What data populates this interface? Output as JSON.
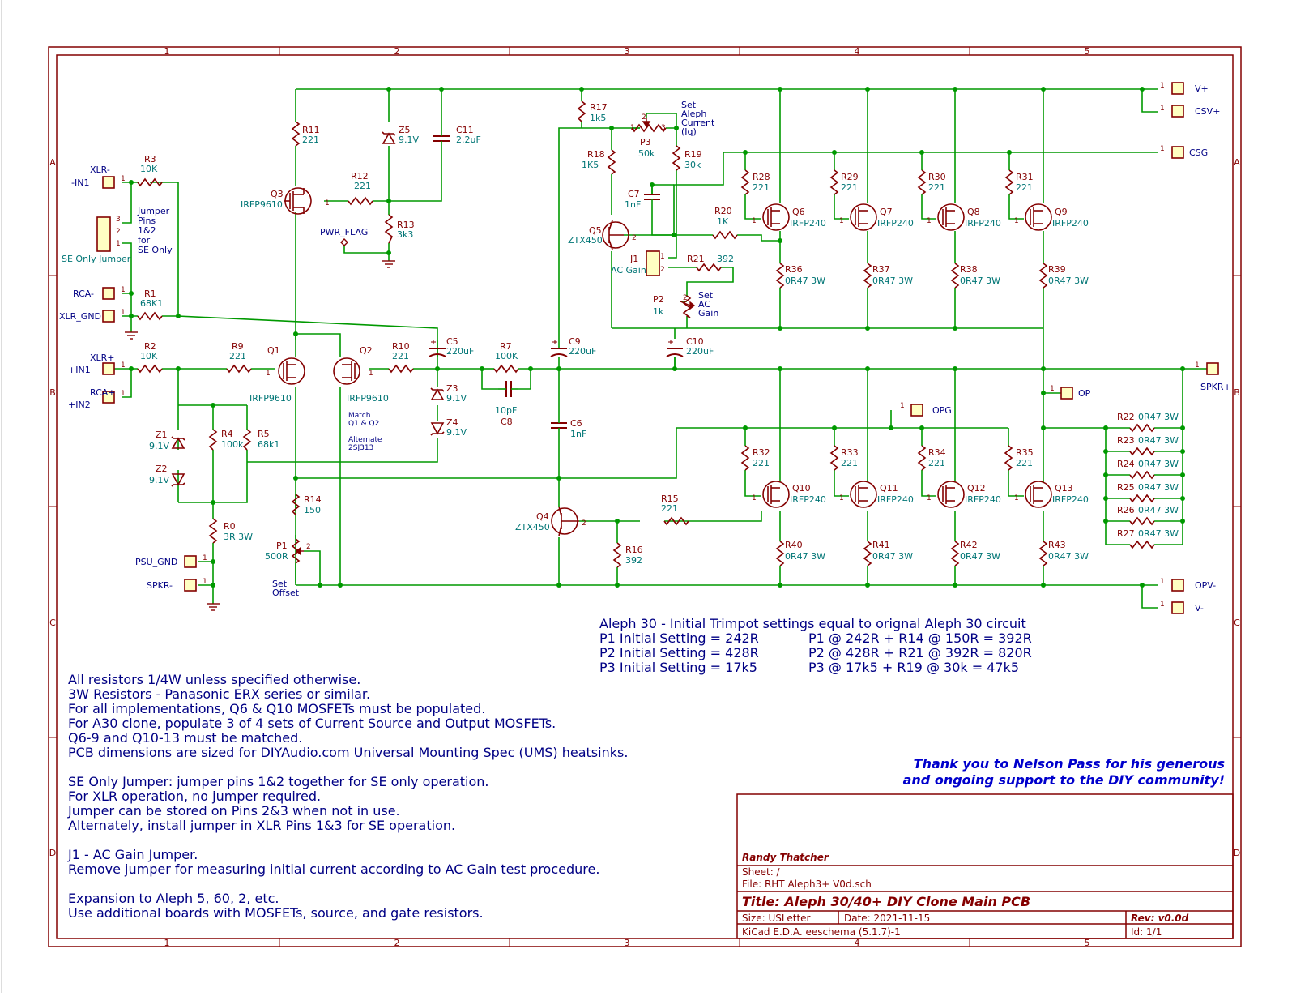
{
  "grid": {
    "columns": [
      "1",
      "2",
      "3",
      "4",
      "5"
    ],
    "rows": [
      "A",
      "B",
      "C",
      "D"
    ]
  },
  "connectors": {
    "vplus": "V+",
    "csvplus": "CSV+",
    "csg": "CSG",
    "spkrplus": "SPKR+",
    "op": "OP",
    "opg": "OPG",
    "opvminus": "OPV-",
    "vminus": "V-",
    "xlr_minus": "XLR-",
    "in1_minus": "-IN1",
    "rca_minus": "RCA-",
    "xlr_gnd": "XLR_GND",
    "xlr_plus": "XLR+",
    "in1_plus": "+IN1",
    "rca_plus": "RCA+",
    "in2_plus": "+IN2",
    "psu_gnd": "PSU_GND",
    "spkr_minus": "SPKR-",
    "pwr_flag": "PWR_FLAG",
    "se_jumper": "SE Only Jumper",
    "j1": "J1",
    "j1_val": "AC Gain"
  },
  "labels": {
    "jumper_note": [
      "Jumper",
      "Pins",
      "1&2",
      "for",
      "SE Only"
    ],
    "set_aleph": [
      "Set",
      "Aleph",
      "Current",
      "(Iq)"
    ],
    "set_ac": [
      "Set",
      "AC",
      "Gain"
    ],
    "set_offset": [
      "Set",
      "Offset"
    ],
    "match": [
      "Match",
      "Q1 & Q2"
    ],
    "alternate": [
      "Alternate",
      "2SJ313"
    ]
  },
  "components": {
    "R1": [
      "R1",
      "68K1"
    ],
    "R2": [
      "R2",
      "10K"
    ],
    "R3": [
      "R3",
      "10K"
    ],
    "R4": [
      "R4",
      "100k"
    ],
    "R5": [
      "R5",
      "68k1"
    ],
    "R0": [
      "R0",
      "3R 3W"
    ],
    "R9": [
      "R9",
      "221"
    ],
    "R10": [
      "R10",
      "221"
    ],
    "R7": [
      "R7",
      "100K"
    ],
    "R11": [
      "R11",
      "221"
    ],
    "R12": [
      "R12",
      "221"
    ],
    "R13": [
      "R13",
      "3k3"
    ],
    "R14": [
      "R14",
      "150"
    ],
    "R15": [
      "R15",
      "221"
    ],
    "R16": [
      "R16",
      "392"
    ],
    "R17": [
      "R17",
      "1k5"
    ],
    "R18": [
      "R18",
      "1K5"
    ],
    "R19": [
      "R19",
      "30k"
    ],
    "R20": [
      "R20",
      "1K"
    ],
    "R21": [
      "R21",
      "392"
    ],
    "R28": [
      "R28",
      "221"
    ],
    "R29": [
      "R29",
      "221"
    ],
    "R30": [
      "R30",
      "221"
    ],
    "R31": [
      "R31",
      "221"
    ],
    "R32": [
      "R32",
      "221"
    ],
    "R33": [
      "R33",
      "221"
    ],
    "R34": [
      "R34",
      "221"
    ],
    "R35": [
      "R35",
      "221"
    ],
    "R36": [
      "R36",
      "0R47 3W"
    ],
    "R37": [
      "R37",
      "0R47 3W"
    ],
    "R38": [
      "R38",
      "0R47 3W"
    ],
    "R39": [
      "R39",
      "0R47 3W"
    ],
    "R40": [
      "R40",
      "0R47 3W"
    ],
    "R41": [
      "R41",
      "0R47 3W"
    ],
    "R42": [
      "R42",
      "0R47 3W"
    ],
    "R43": [
      "R43",
      "0R47 3W"
    ],
    "R22": [
      "R22",
      "0R47 3W"
    ],
    "R23": [
      "R23",
      "0R47 3W"
    ],
    "R24": [
      "R24",
      "0R47 3W"
    ],
    "R25": [
      "R25",
      "0R47 3W"
    ],
    "R26": [
      "R26",
      "0R47 3W"
    ],
    "R27": [
      "R27",
      "0R47 3W"
    ],
    "C5": [
      "C5",
      "220uF"
    ],
    "C6": [
      "C6",
      "1nF"
    ],
    "C7": [
      "C7",
      "1nF"
    ],
    "C8": [
      "C8",
      "10pF"
    ],
    "C9": [
      "C9",
      "220uF"
    ],
    "C10": [
      "C10",
      "220uF"
    ],
    "C11": [
      "C11",
      "2.2uF"
    ],
    "Z1": [
      "Z1",
      "9.1V"
    ],
    "Z2": [
      "Z2",
      "9.1V"
    ],
    "Z3": [
      "Z3",
      "9.1V"
    ],
    "Z4": [
      "Z4",
      "9.1V"
    ],
    "Z5": [
      "Z5",
      "9.1V"
    ],
    "Q1": [
      "Q1",
      "IRFP9610"
    ],
    "Q2": [
      "Q2",
      "IRFP9610"
    ],
    "Q3": [
      "Q3",
      "IRFP9610"
    ],
    "Q4": [
      "Q4",
      "ZTX450"
    ],
    "Q5": [
      "Q5",
      "ZTX450"
    ],
    "Q6": [
      "Q6",
      "IRFP240"
    ],
    "Q7": [
      "Q7",
      "IRFP240"
    ],
    "Q8": [
      "Q8",
      "IRFP240"
    ],
    "Q9": [
      "Q9",
      "IRFP240"
    ],
    "Q10": [
      "Q10",
      "IRFP240"
    ],
    "Q11": [
      "Q11",
      "IRFP240"
    ],
    "Q12": [
      "Q12",
      "IRFP240"
    ],
    "Q13": [
      "Q13",
      "IRFP240"
    ],
    "P1": [
      "P1",
      "500R"
    ],
    "P2": [
      "P2",
      "1k"
    ],
    "P3": [
      "P3",
      "50k"
    ]
  },
  "trimpot_notes": [
    "Aleph 30 - Initial Trimpot settings equal to orignal Aleph 30 circuit",
    "P1 Initial Setting = 242R",
    "P2 Initial Setting = 428R",
    "P3 Initial Setting = 17k5",
    "P1 @ 242R + R14 @ 150R = 392R",
    "P2 @ 428R + R21 @ 392R = 820R",
    "P3 @ 17k5 + R19 @ 30k = 47k5"
  ],
  "notes": [
    "All resistors 1/4W unless specified otherwise.",
    "3W Resistors - Panasonic ERX series or similar.",
    "For all implementations, Q6 & Q10 MOSFETs must be populated.",
    "For A30 clone, populate 3 of 4 sets of Current Source and Output MOSFETs.",
    "Q6-9 and Q10-13 must be matched.",
    "PCB dimensions are sized for DIYAudio.com Universal Mounting Spec (UMS) heatsinks.",
    "SE Only Jumper: jumper pins 1&2 together for SE only operation.",
    "For XLR operation, no jumper required.",
    "Jumper can be stored on Pins 2&3 when not in use.",
    "Alternately, install jumper in XLR Pins 1&3 for SE operation.",
    "J1 - AC Gain Jumper.",
    "Remove jumper for measuring initial current according to AC Gain test procedure.",
    "Expansion to Aleph 5, 60, 2, etc.",
    "Use additional boards with MOSFETs, source, and gate resistors."
  ],
  "thanks": [
    "Thank you to Nelson Pass for his generous",
    "and ongoing support to the DIY community!"
  ],
  "title_block": {
    "author": "Randy Thatcher",
    "sheet": "Sheet: /",
    "file": "File: RHT Aleph3+ V0d.sch",
    "title": "Title: Aleph 30/40+ DIY Clone Main PCB",
    "size": "Size: USLetter",
    "date": "Date: 2021-11-15",
    "rev": "Rev: v0.0d",
    "tool": "KiCad E.D.A.  eeschema (5.1.7)-1",
    "id": "Id: 1/1"
  },
  "colors": {
    "wire": "#009900",
    "component": "#840000",
    "value": "#007575",
    "label": "#000084",
    "junction": "#009900"
  }
}
